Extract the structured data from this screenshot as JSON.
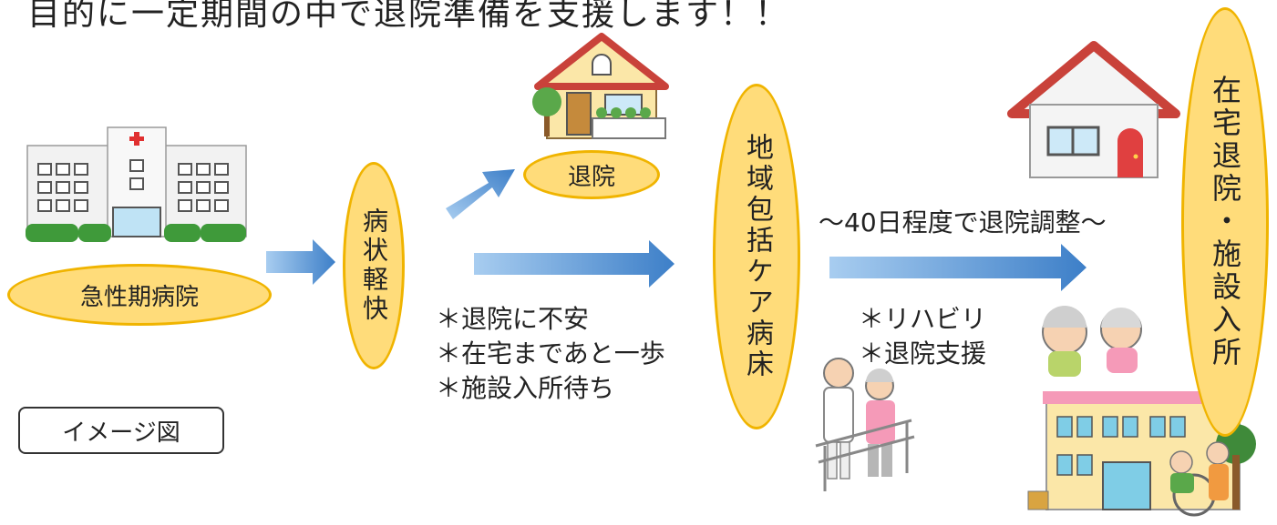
{
  "title": "目的に一定期間の中で退院準備を支援します！！",
  "nodes": {
    "acute": "急性期病院",
    "improve": "病状軽快",
    "discharge": "退院",
    "ward": "地域包括ケア病床",
    "home_facility": "在宅退院・施設入所"
  },
  "notes": {
    "middle": [
      "＊退院に不安",
      "＊在宅まであと一歩",
      "＊施設入所待ち"
    ],
    "right": [
      "＊リハビリ",
      "＊退院支援"
    ],
    "duration": "～40日程度で退院調整～"
  },
  "legend_label": "イメージ図",
  "colors": {
    "oval_fill": "#ffdc7a",
    "oval_border": "#f0b400",
    "arrow_light": "#a8cdf0",
    "arrow_dark": "#3d7fc8"
  },
  "illustrations": [
    "hospital-illustration",
    "small-house-illustration",
    "house-illustration",
    "elderly-couple-illustration",
    "rehab-nurse-illustration",
    "care-facility-illustration"
  ]
}
